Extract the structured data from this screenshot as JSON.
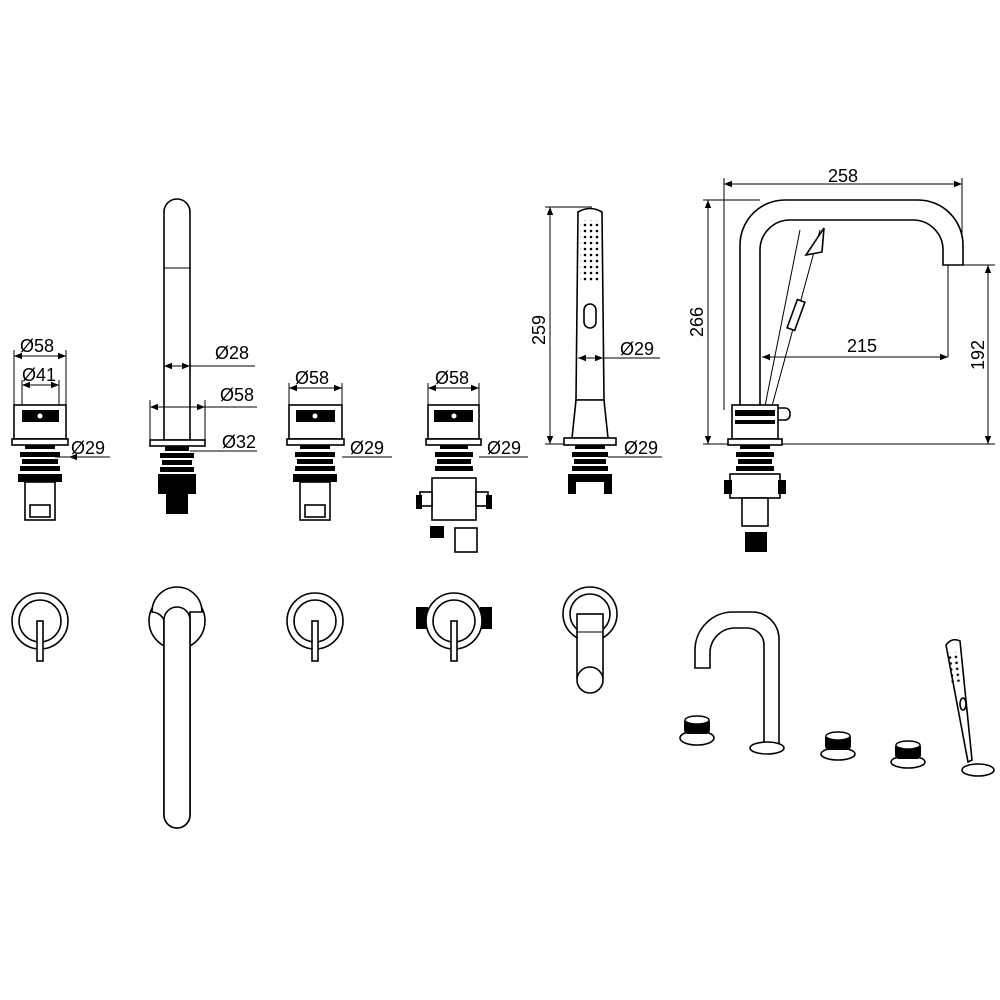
{
  "dimensions": {
    "c1_top": "Ø58",
    "c1_mid": "Ø41",
    "c1_base": "Ø29",
    "c2_top": "Ø28",
    "c2_mid": "Ø58",
    "c2_base": "Ø32",
    "c3_top": "Ø58",
    "c3_base": "Ø29",
    "c4_top": "Ø58",
    "c4_base": "Ø29",
    "c5_height": "259",
    "c5_mid": "Ø29",
    "c5_base": "Ø29",
    "c6_width": "258",
    "c6_height": "266",
    "c6_reach": "215",
    "c6_spout_height": "192"
  },
  "colors": {
    "line": "#000000",
    "background": "#ffffff"
  }
}
